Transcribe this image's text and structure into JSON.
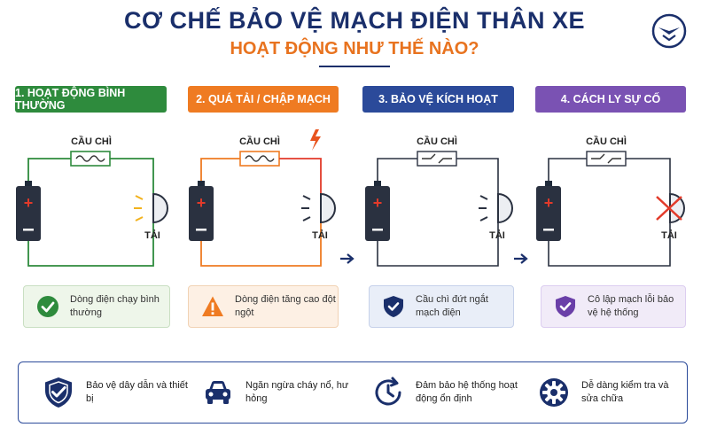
{
  "header": {
    "title": "CƠ CHẾ BẢO VỆ MẠCH ĐIỆN THÂN XE",
    "subtitle": "HOẠT ĐỘNG NHƯ THẾ NÀO?"
  },
  "colors": {
    "green": "#2e8b3d",
    "orange": "#ef7b22",
    "blue": "#2b4a9a",
    "purple": "#7a52b3",
    "red": "#e23a2a",
    "navy": "#1a2f6b"
  },
  "steps": [
    {
      "label": "1. HOẠT ĐỘNG BÌNH THƯỜNG",
      "fuse": "CẦU CHÌ",
      "load": "TẢI",
      "status": "Dòng điện chạy bình thường",
      "status_icon": "check-icon"
    },
    {
      "label": "2. QUÁ TẢI / CHẬP MẠCH",
      "fuse": "CẦU CHÌ",
      "load": "TẢI",
      "status": "Dòng điện tăng cao đột ngột",
      "status_icon": "warning-icon"
    },
    {
      "label": "3. BẢO VỆ KÍCH HOẠT",
      "fuse": "CẦU CHÌ",
      "load": "TẢI",
      "status": "Cầu chì đứt ngắt mạch điện",
      "status_icon": "shield-check-icon"
    },
    {
      "label": "4. CÁCH LY SỰ CỐ",
      "fuse": "CẦU CHÌ",
      "load": "TẢI",
      "status": "Cô lập mạch lỗi bảo vệ hệ thống",
      "status_icon": "shield-check-icon"
    }
  ],
  "benefits": [
    {
      "text": "Bảo vệ dây dẫn và thiết bị",
      "icon": "shield-check-icon"
    },
    {
      "text": "Ngăn ngừa cháy nổ, hư hỏng",
      "icon": "car-icon"
    },
    {
      "text": "Đảm bảo hệ thống hoạt động ổn định",
      "icon": "clock-refresh-icon"
    },
    {
      "text": "Dễ dàng kiểm tra và sửa chữa",
      "icon": "gear-icon"
    }
  ]
}
